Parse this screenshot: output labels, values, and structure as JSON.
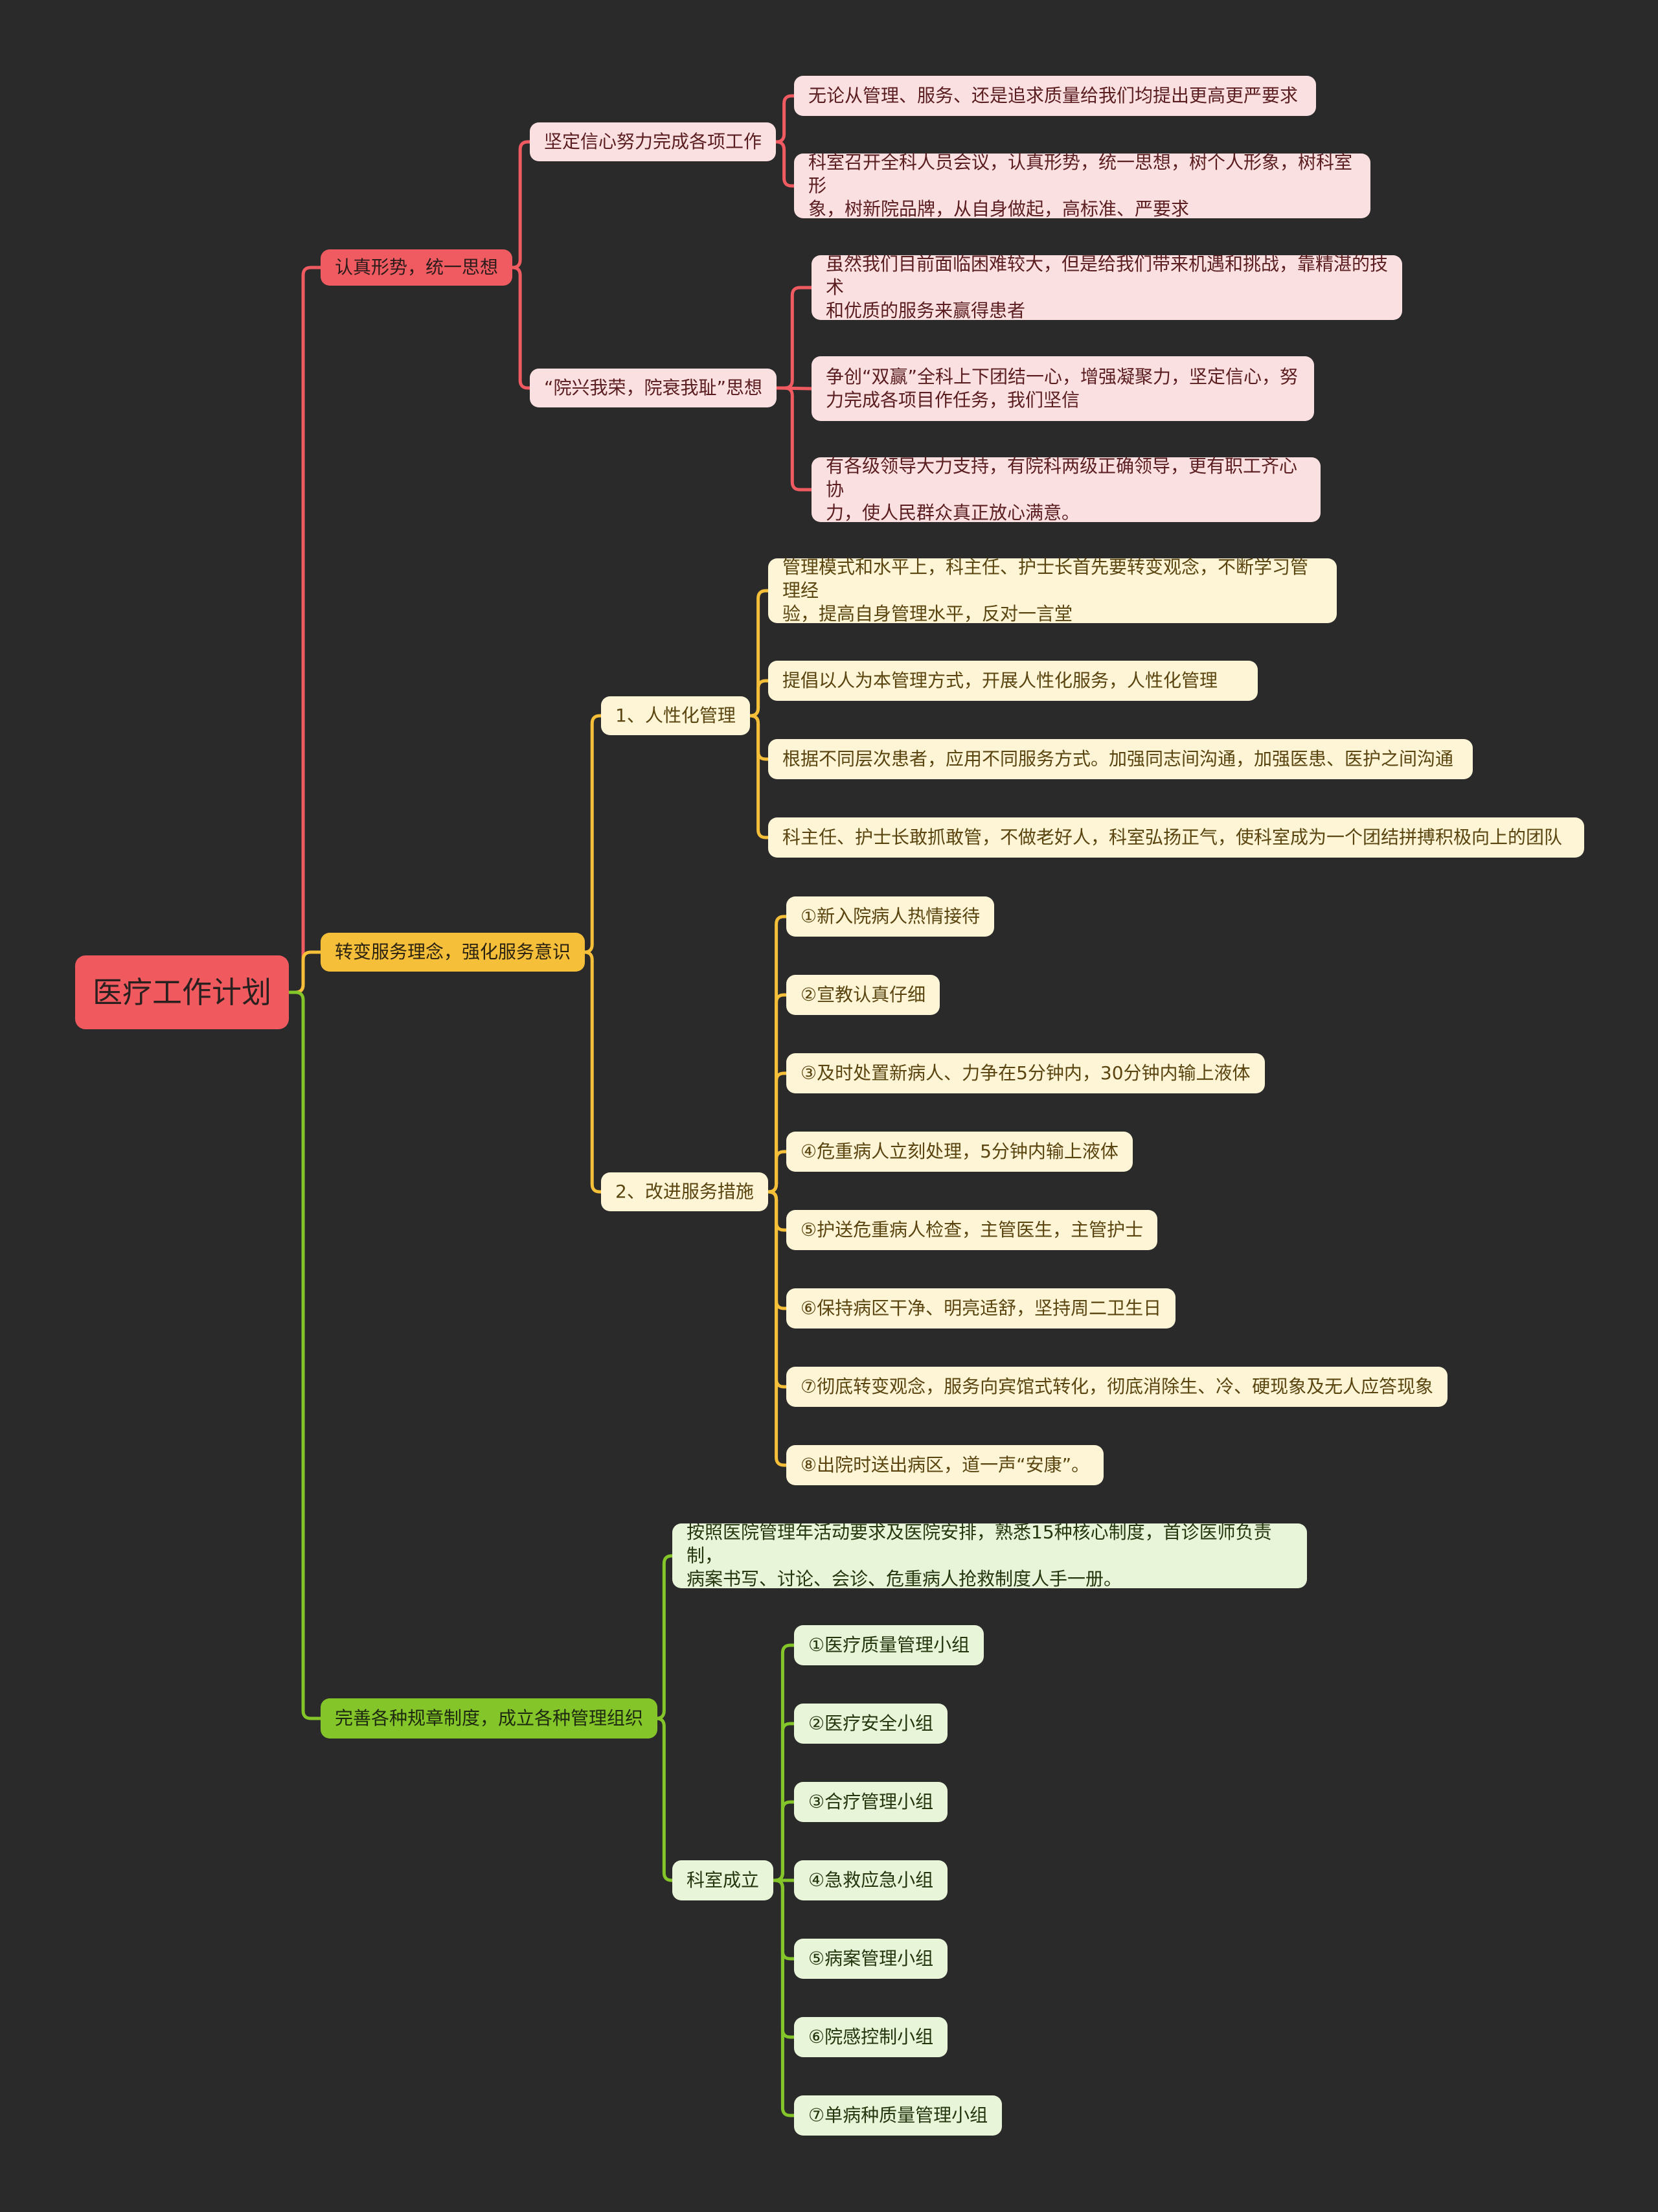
{
  "root": {
    "label": "医疗工作计划"
  },
  "colors": {
    "red": "#ef5b61",
    "yellow": "#f5bf3a",
    "green": "#84c52a",
    "background": "#2a2a2b"
  },
  "branches": [
    {
      "label": "认真形势，统一思想",
      "children": [
        {
          "label": "坚定信心努力完成各项工作",
          "children": [
            {
              "label": "无论从管理、服务、还是追求质量给我们均提出更高更严要求"
            },
            {
              "lines": [
                "科室召开全科人员会议，认真形势，统一思想，树个人形象，树科室形",
                "象，树新院品牌，从自身做起，高标准、严要求"
              ]
            }
          ]
        },
        {
          "label": "“院兴我荣，院衰我耻”思想",
          "children": [
            {
              "lines": [
                "虽然我们目前面临困难较大，但是给我们带来机遇和挑战，靠精湛的技术",
                "和优质的服务来赢得患者"
              ]
            },
            {
              "lines": [
                "争创“双赢”全科上下团结一心，增强凝聚力，坚定信心，努",
                "力完成各项目作任务，我们坚信"
              ]
            },
            {
              "lines": [
                "有各级领导大力支持，有院科两级正确领导，更有职工齐心协",
                "力，使人民群众真正放心满意。"
              ]
            }
          ]
        }
      ]
    },
    {
      "label": "转变服务理念，强化服务意识",
      "children": [
        {
          "label": "1、人性化管理",
          "children": [
            {
              "lines": [
                "管理模式和水平上，科主任、护士长首先要转变观念，不断学习管理经",
                "验，提高自身管理水平，反对一言堂"
              ]
            },
            {
              "label": "提倡以人为本管理方式，开展人性化服务，人性化管理"
            },
            {
              "label": "根据不同层次患者，应用不同服务方式。加强同志间沟通，加强医患、医护之间沟通"
            },
            {
              "label": "科主任、护士长敢抓敢管，不做老好人，科室弘扬正气，使科室成为一个团结拼搏积极向上的团队"
            }
          ]
        },
        {
          "label": "2、改进服务措施",
          "children": [
            {
              "label": "①新入院病人热情接待"
            },
            {
              "label": "②宣教认真仔细"
            },
            {
              "label": "③及时处置新病人、力争在5分钟内，30分钟内输上液体"
            },
            {
              "label": "④危重病人立刻处理，5分钟内输上液体"
            },
            {
              "label": "⑤护送危重病人检查，主管医生，主管护士"
            },
            {
              "label": "⑥保持病区干净、明亮适舒，坚持周二卫生日"
            },
            {
              "label": "⑦彻底转变观念，服务向宾馆式转化，彻底消除生、冷、硬现象及无人应答现象"
            },
            {
              "label": "⑧出院时送出病区，道一声“安康”。"
            }
          ]
        }
      ]
    },
    {
      "label": "完善各种规章制度，成立各种管理组织",
      "children": [
        {
          "lines": [
            "按照医院管理年活动要求及医院安排，熟悉15种核心制度，首诊医师负责制，",
            "病案书写、讨论、会诊、危重病人抢救制度人手一册。"
          ]
        },
        {
          "label": "科室成立",
          "children": [
            {
              "label": "①医疗质量管理小组"
            },
            {
              "label": "②医疗安全小组"
            },
            {
              "label": "③合疗管理小组"
            },
            {
              "label": "④急救应急小组"
            },
            {
              "label": "⑤病案管理小组"
            },
            {
              "label": "⑥院感控制小组"
            },
            {
              "label": "⑦单病种质量管理小组"
            }
          ]
        }
      ]
    }
  ]
}
